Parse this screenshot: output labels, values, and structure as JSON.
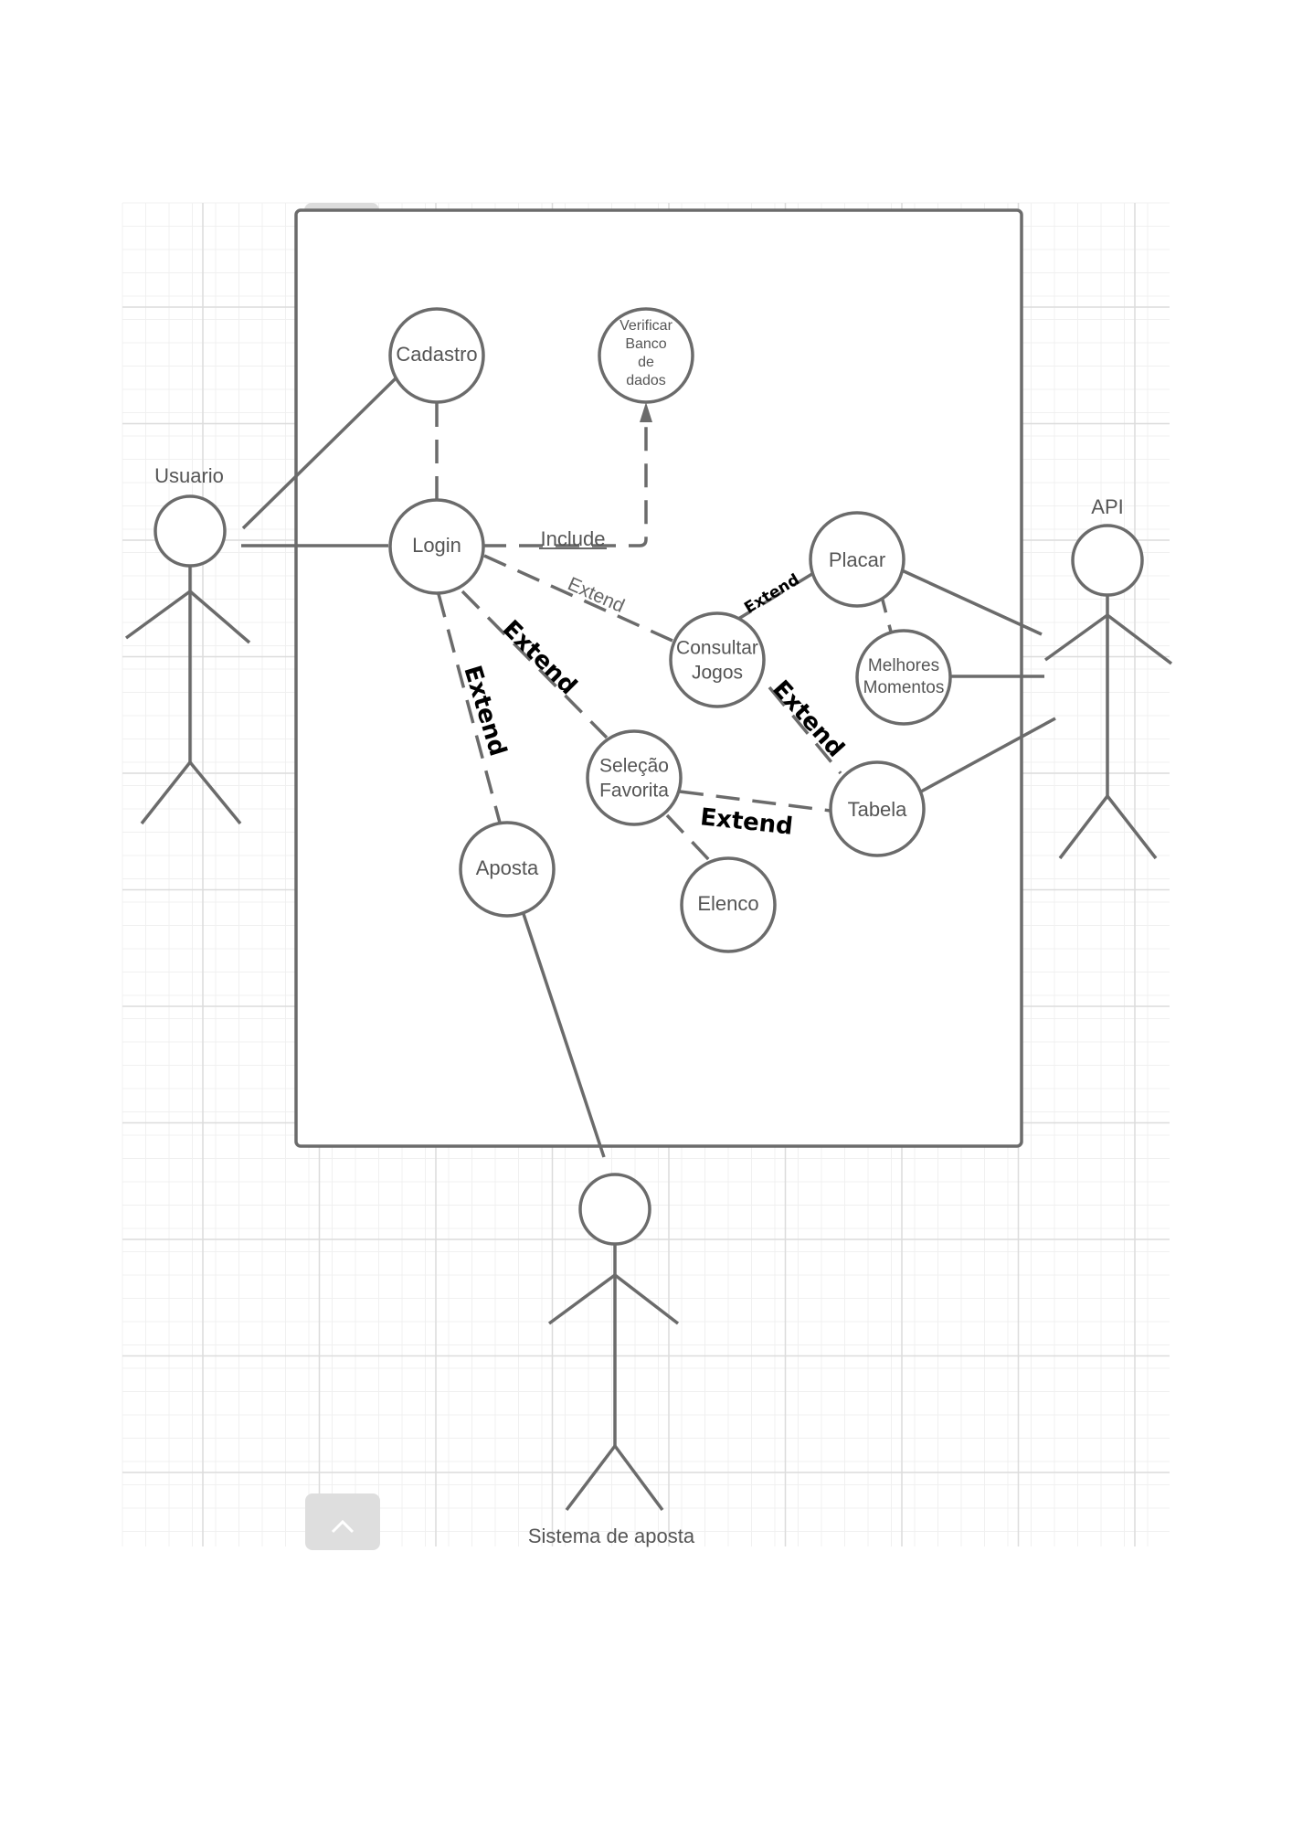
{
  "actors": {
    "usuario": "Usuario",
    "api": "API",
    "sistema_aposta": "Sistema de aposta"
  },
  "use_cases": {
    "cadastro": "Cadastro",
    "verificar": [
      "Verificar",
      "Banco",
      "de",
      "dados"
    ],
    "login": "Login",
    "placar": "Placar",
    "consultar_jogos": [
      "Consultar",
      "Jogos"
    ],
    "melhores_momentos": [
      "Melhores",
      "Momentos"
    ],
    "selecao_favorita": [
      "Seleção",
      "Favorita"
    ],
    "tabela": "Tabela",
    "aposta": "Aposta",
    "elenco": "Elenco"
  },
  "relations": {
    "include": "Include",
    "extend_login_consultar": "Extend",
    "extend_consultar_placar": "Extend",
    "extend_login_selecao": "Extend",
    "extend_login_aposta": "Extend",
    "extend_consultar_tabela": "Extend",
    "extend_selecao_tabela": "Extend"
  },
  "colors": {
    "stroke": "#6b6b6b",
    "grid": "#e4e4e4",
    "text": "#555555",
    "bold_text": "#000000"
  },
  "icons": {
    "scroll_button": "chevron-up-icon"
  }
}
